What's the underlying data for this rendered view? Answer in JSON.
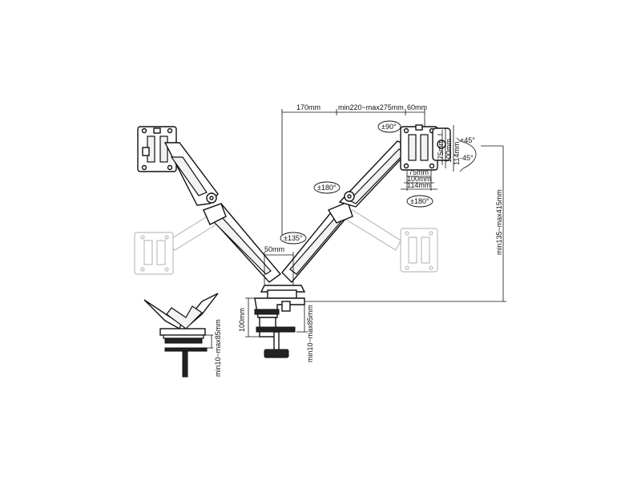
{
  "diagram": {
    "dimensions": {
      "arm_short": "170mm",
      "arm_range": "min220~max275mm",
      "arm_end": "60mm",
      "vesa_75": "75mm",
      "vesa_100": "100mm",
      "vesa_114": "114mm",
      "vesa_75_h": "75mm",
      "vesa_100_h": "100mm",
      "vesa_114_h": "114mm",
      "pole_width": "50mm",
      "base_height": "100mm",
      "clamp_range": "min10~max85mm",
      "clamp_range_detail": "min10~max85mm",
      "height_range": "min135~max415mm"
    },
    "angles": {
      "swivel_top": "±90°",
      "tilt_plus": "+45°",
      "tilt_minus": "-45°",
      "rotate_right": "±180°",
      "rotate_mid": "±180°",
      "rotate_base": "±135°"
    }
  }
}
